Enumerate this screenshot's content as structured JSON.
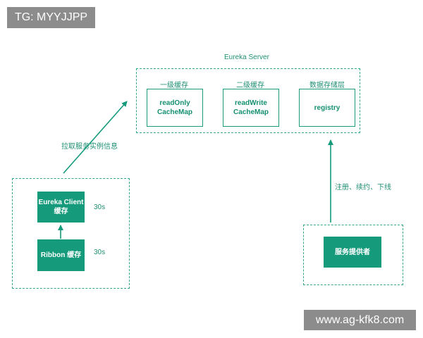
{
  "watermark_top": "TG: MYYJJPP",
  "watermark_bottom": "www.ag-kfk8.com",
  "server": {
    "title": "Eureka Server",
    "caches": [
      {
        "header": "一级缓存",
        "box": "readOnly\nCacheMap"
      },
      {
        "header": "二级缓存",
        "box": "readWrite\nCacheMap"
      },
      {
        "header": "数据存储层",
        "box": "registry"
      }
    ]
  },
  "client": {
    "eureka_client_box": "Eureka Client\n缓存",
    "eureka_client_interval": "30s",
    "ribbon_box": "Ribbon 缓存",
    "ribbon_interval": "30s"
  },
  "provider": {
    "box": "服务提供者"
  },
  "edges": {
    "pull": "拉取服务实例信息",
    "register": "注册、续约、下线"
  },
  "colors": {
    "accent": "#159a7b",
    "watermark_bg": "#8c8c8c"
  }
}
